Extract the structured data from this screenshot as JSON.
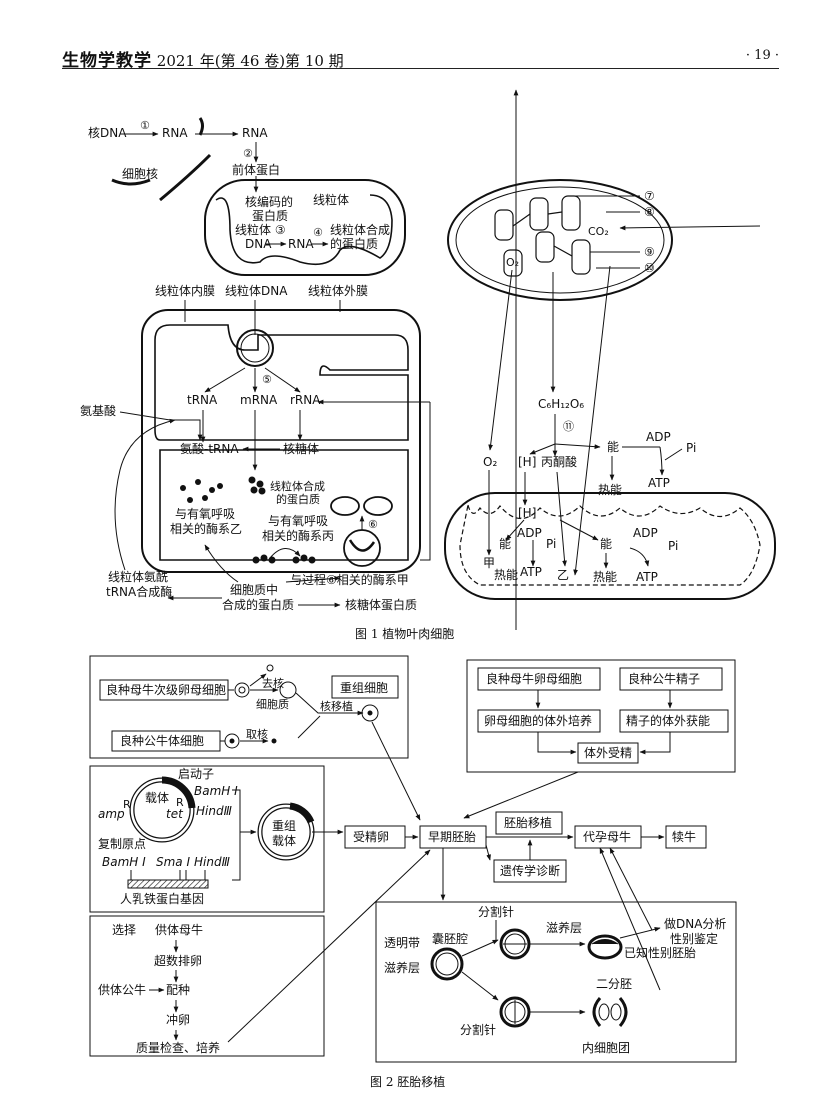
{
  "header": {
    "journal": "生物学教学",
    "issue": "2021 年(第 46 卷)第 10 期",
    "page": "· 19 ·"
  },
  "fig1": {
    "caption": "图 1   植物叶肉细胞",
    "nuc": {
      "dna": "核DNA",
      "c1": "①",
      "rna1": "RNA",
      "rna2": "RNA",
      "c2": "②",
      "precursor": "前体蛋白",
      "nucleus": "细胞核"
    },
    "mito_top": {
      "line1": "核编码的",
      "line2": "蛋白质",
      "mito": "线粒体",
      "mdna1": "线粒体 ③",
      "mdna2": "DNA",
      "rna": "RNA",
      "c4": "④",
      "syn1": "线粒体合成",
      "syn2": "的蛋白质"
    },
    "mito_big": {
      "inner": "线粒体内膜",
      "mdna": "线粒体DNA",
      "outer": "线粒体外膜",
      "c5": "⑤",
      "trna": "tRNA",
      "mrna": "mRNA",
      "rrna": "rRNA",
      "aa": "氨基酸",
      "aatrna": "氨酸-tRNA",
      "ribo": "核糖体",
      "syn1": "线粒体合成",
      "syn2": "的蛋白质",
      "e_yi1": "与有氧呼吸",
      "e_yi2": "相关的酶系乙",
      "e_bing1": "与有氧呼吸",
      "e_bing2": "相关的酶系丙",
      "c6": "⑥",
      "synth1": "线粒体氨酰",
      "synth2": "tRNA合成酶",
      "cyto1": "细胞质中",
      "cyto2": "合成的蛋白质",
      "e_jia": "与过程⑥相关的酶系甲",
      "ribo_prot": "核糖体蛋白质"
    },
    "chloro": {
      "c7": "⑦",
      "c8": "⑧",
      "c9": "⑨",
      "c10": "⑩",
      "co2": "CO₂",
      "o2": "O₂"
    },
    "resp": {
      "glucose": "C₆H₁₂O₆",
      "c11": "⑪",
      "o2": "O₂",
      "h": "[H]",
      "pyr": "丙酮酸",
      "neng": "能",
      "adp": "ADP",
      "pi": "Pi",
      "heat": "热能",
      "atp": "ATP",
      "h2": "[H]",
      "adp2": "ADP",
      "neng2": "能",
      "pi2": "Pi",
      "jia": "甲",
      "heat2": "热能",
      "atp2": "ATP",
      "yi": "乙",
      "neng3": "能",
      "adp3": "ADP",
      "pi3": "Pi",
      "heat3": "热能",
      "atp3": "ATP"
    }
  },
  "fig2": {
    "caption": "图 2   胚胎移植",
    "clone": {
      "oocyte": "良种母牛次级卵母细胞",
      "enucleate": "去核",
      "cytoplasm": "细胞质",
      "recon": "重组细胞",
      "nt": "核移植",
      "somatic": "良种公牛体细胞",
      "takenuc": "取核"
    },
    "ivf": {
      "egg": "良种母牛卵母细胞",
      "sperm": "良种公牛精子",
      "culture": "卵母细胞的体外培养",
      "capacitation": "精子的体外获能",
      "fert": "体外受精"
    },
    "gene": {
      "promoter": "启动子",
      "bam": "BamH Ⅰ",
      "hind": "HindⅢ",
      "vector": "载体",
      "tet": "tet",
      "amp": "amp",
      "r": "R",
      "ori": "复制原点",
      "bam2": "BamH Ⅰ",
      "sma": "Sma Ⅰ",
      "hind2": "HindⅢ",
      "gene": "人乳铁蛋白基因",
      "rv1": "重组",
      "rv2": "载体"
    },
    "flow": {
      "fert_egg": "受精卵",
      "embryo": "早期胚胎",
      "transfer": "胚胎移植",
      "surrogate": "代孕母牛",
      "calf": "犊牛",
      "diag": "遗传学诊断"
    },
    "superov": {
      "select": "选择",
      "donor_f": "供体母牛",
      "superov": "超数排卵",
      "donor_m": "供体公牛",
      "mate": "配种",
      "flush": "冲卵",
      "qc": "质量检查、培养"
    },
    "split": {
      "knife1": "分割针",
      "blast": "囊胚腔",
      "zona": "透明带",
      "feeder1": "滋养层",
      "feeder2": "滋养层",
      "dna1": "做DNA分析",
      "dna2": "性别鉴定",
      "known": "已知性别胚胎",
      "twin": "二分胚",
      "knife2": "分割针",
      "icm": "内细胞团"
    }
  }
}
